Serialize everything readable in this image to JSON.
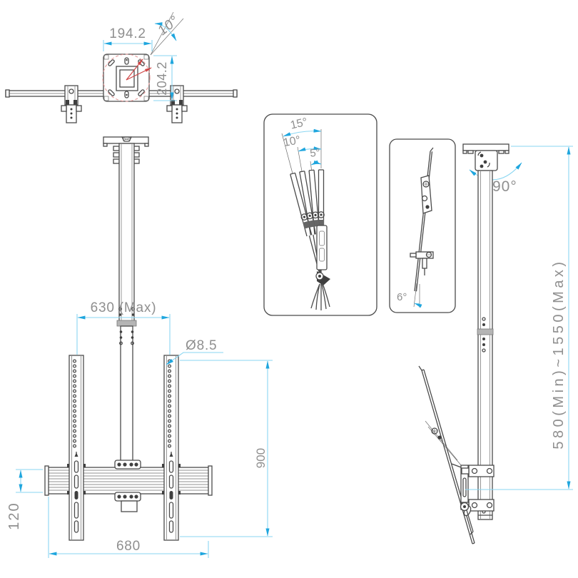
{
  "meta": {
    "type": "technical-drawing",
    "subject": "TV ceiling mount bracket, multi-view dimensioned CAD drawing"
  },
  "colors": {
    "outline": "#4a4a4a",
    "dimension_line": "#8ad6f2",
    "dimension_arrow": "#1fa6de",
    "dimension_text": "#8f8f8f",
    "rotation_accent_red": "#cf4646",
    "background": "#ffffff"
  },
  "top_view": {
    "plate_width": "194.2",
    "swivel_angle": "10°",
    "plate_depth": "204.2"
  },
  "front_view": {
    "max_width": "630 (Max)",
    "hole_diameter": "Ø8.5",
    "bracket_height": "900",
    "rail_height": "120",
    "bar_length": "680"
  },
  "tilt_detail": {
    "angle_15": "15°",
    "angle_10": "10°",
    "angle_5": "5°"
  },
  "side_detail": {
    "tilt_angle": "6°"
  },
  "side_view": {
    "swivel_angle": "90°",
    "height_range": "580(Min)~1550(Max)"
  }
}
